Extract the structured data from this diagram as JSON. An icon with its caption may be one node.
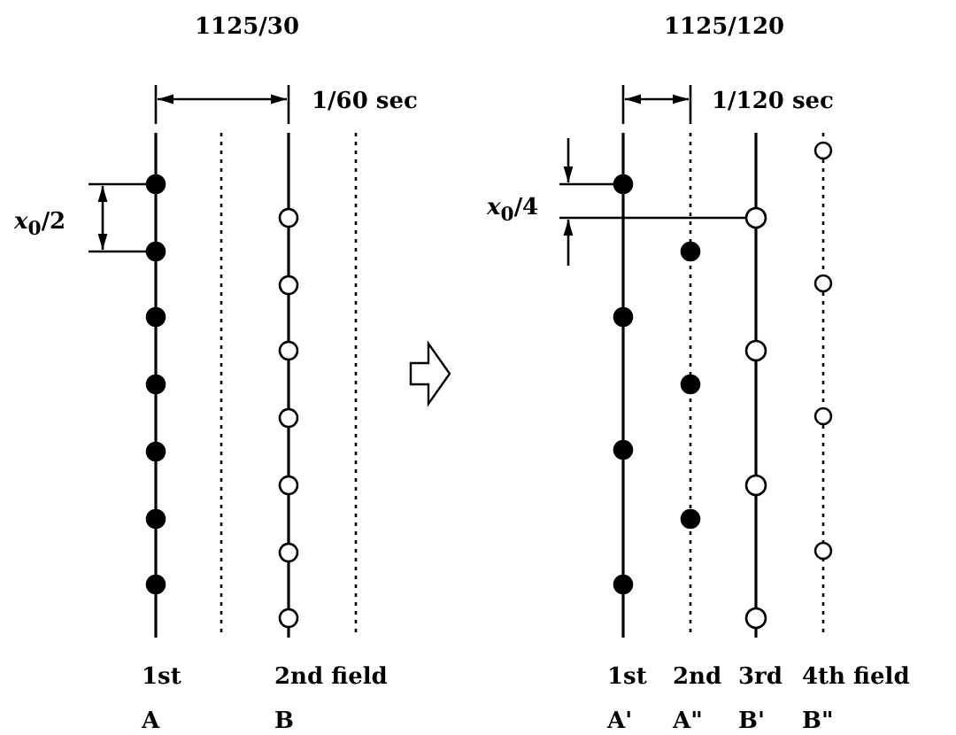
{
  "diagram": {
    "labels": [
      "1125/30",
      "1125/120",
      "1/60 sec",
      "1/120 sec",
      "*x*$_{0}$/2",
      "*x*$_{0}$/4",
      "1st",
      "2nd field",
      "1st",
      "2nd",
      "3rd",
      "4th field",
      "A",
      "B",
      "A'",
      "A\"",
      "B'",
      "B\""
    ]
  }
}
